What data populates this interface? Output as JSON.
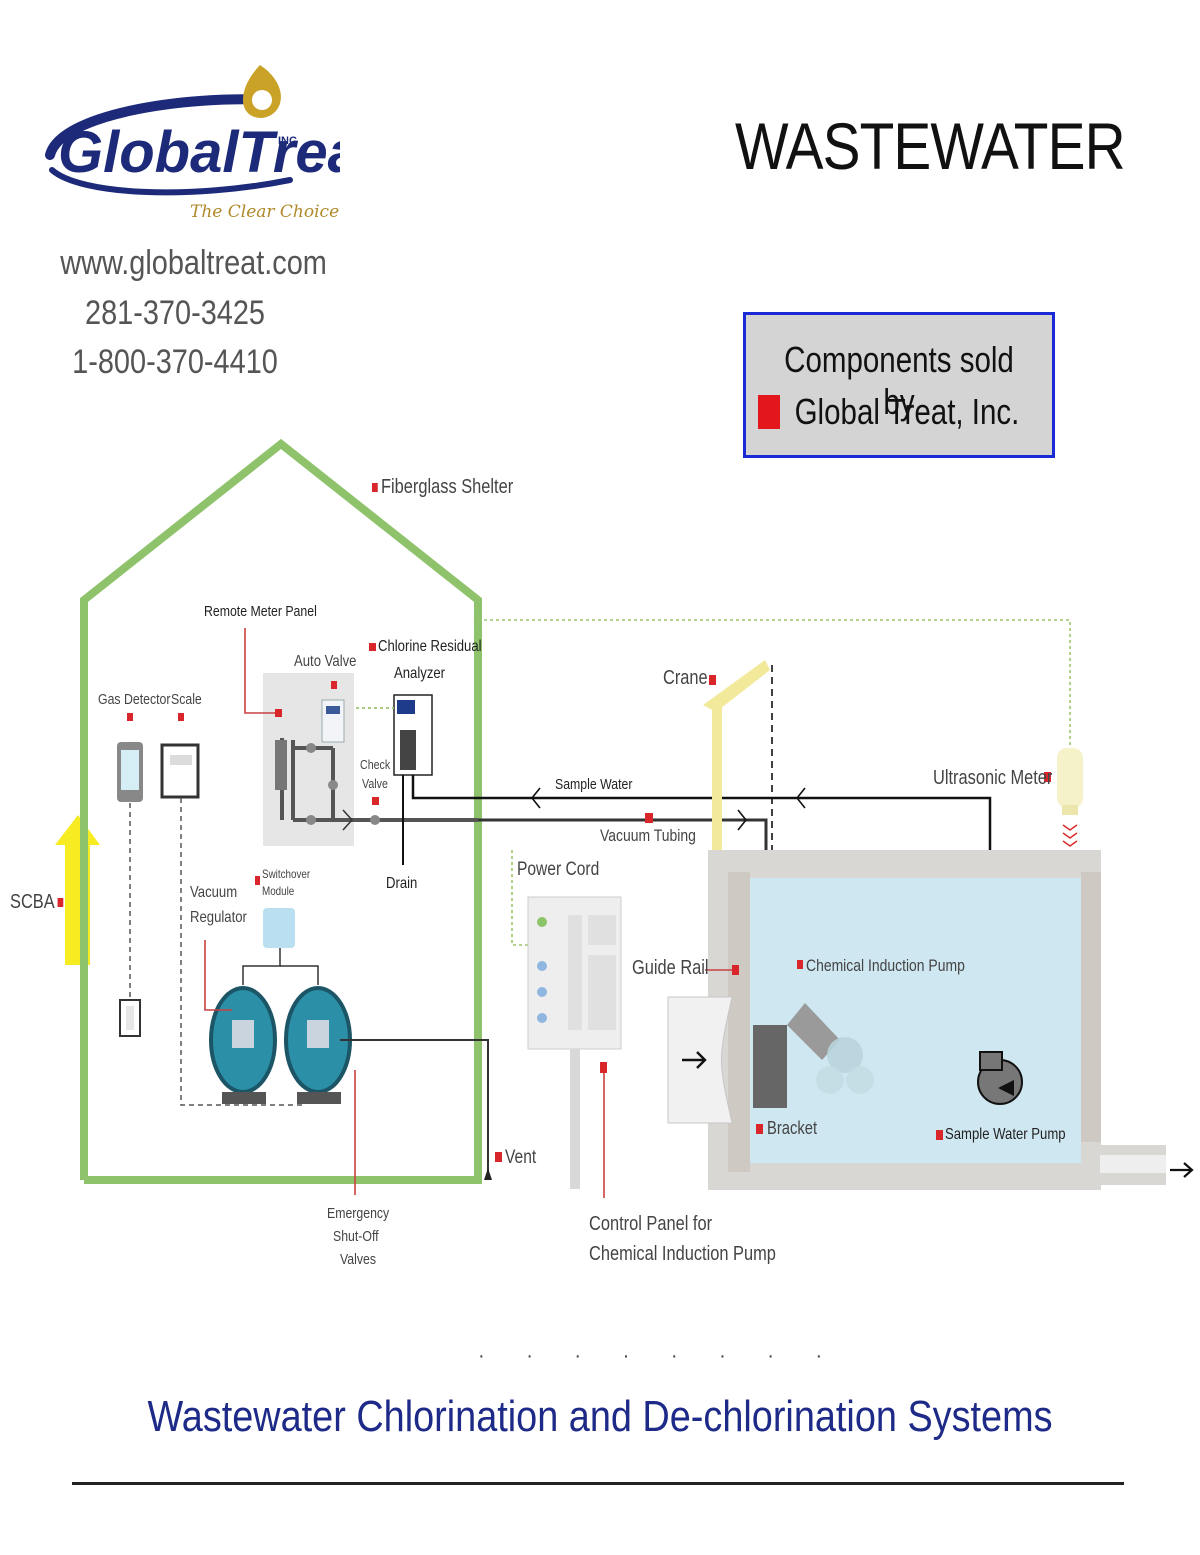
{
  "title": "WASTEWATER",
  "logo": {
    "brand": "GlobalTreat",
    "suffix": "INC",
    "tagline": "The Clear Choice"
  },
  "contact": {
    "website": "www.globaltreat.com",
    "phone": "281-370-3425",
    "tollfree": "1-800-370-4410"
  },
  "legend": {
    "line1": "Components sold by",
    "line2": "Global Treat, Inc.",
    "marker_color": "#e3161b"
  },
  "labels": {
    "fiberglass_shelter": "Fiberglass Shelter",
    "remote_meter_panel": "Remote Meter Panel",
    "auto_valve": "Auto Valve",
    "chlorine_residual_line1": "Chlorine Residual",
    "chlorine_residual_line2": "Analyzer",
    "gas_detector": "Gas Detector",
    "scale": "Scale",
    "check_valve_line1": "Check",
    "check_valve_line2": "Valve",
    "sample_water": "Sample Water",
    "vacuum_tubing": "Vacuum Tubing",
    "crane": "Crane",
    "ultrasonic_meter": "Ultrasonic Meter",
    "drain": "Drain",
    "switchover_line1": "Switchover",
    "switchover_line2": "Module",
    "power_cord": "Power Cord",
    "scba": "SCBA",
    "vacuum_regulator_line1": "Vacuum",
    "vacuum_regulator_line2": "Regulator",
    "guide_rail": "Guide Rail",
    "chemical_induction_pump": "Chemical Induction Pump",
    "bracket": "Bracket",
    "sample_water_pump": "Sample Water Pump",
    "vent": "Vent",
    "emergency_line1": "Emergency",
    "emergency_line2": "Shut-Off",
    "emergency_line3": "Valves",
    "control_panel_line1": "Control Panel for",
    "control_panel_line2": "Chemical Induction Pump"
  },
  "footer": "Wastewater Chlorination and De-chlorination Systems",
  "colors": {
    "accent_red": "#d9262b",
    "shelter_green": "#8fc36b",
    "tank_blue": "#cfe8f2",
    "footer_blue": "#1e2a88"
  }
}
